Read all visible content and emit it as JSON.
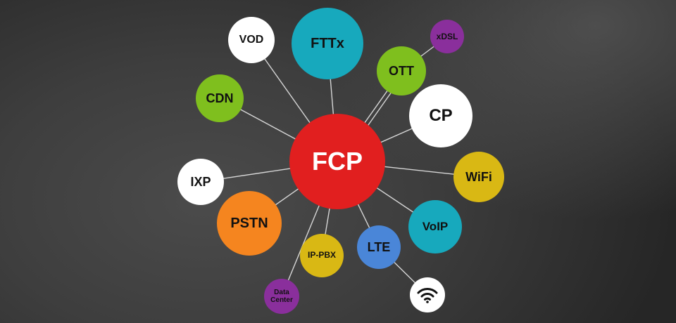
{
  "hub": {
    "label": "FCP",
    "color": "#e11f1f",
    "text_color": "#ffffff"
  },
  "nodes": [
    {
      "id": "vod",
      "label": "VOD",
      "color": "#ffffff",
      "text_color": "#111111"
    },
    {
      "id": "fttx",
      "label": "FTTx",
      "color": "#17a9bd",
      "text_color": "#111111"
    },
    {
      "id": "xdsl",
      "label": "xDSL",
      "color": "#8a2f9c",
      "text_color": "#111111"
    },
    {
      "id": "ott",
      "label": "OTT",
      "color": "#7fbf1e",
      "text_color": "#111111"
    },
    {
      "id": "cdn",
      "label": "CDN",
      "color": "#7fbf1e",
      "text_color": "#111111"
    },
    {
      "id": "cp",
      "label": "CP",
      "color": "#ffffff",
      "text_color": "#111111"
    },
    {
      "id": "wifi",
      "label": "WiFi",
      "color": "#d9b814",
      "text_color": "#111111"
    },
    {
      "id": "ixp",
      "label": "IXP",
      "color": "#ffffff",
      "text_color": "#111111"
    },
    {
      "id": "pstn",
      "label": "PSTN",
      "color": "#f5851f",
      "text_color": "#111111"
    },
    {
      "id": "voip",
      "label": "VoIP",
      "color": "#17a9bd",
      "text_color": "#111111"
    },
    {
      "id": "lte",
      "label": "LTE",
      "color": "#4a86d8",
      "text_color": "#111111"
    },
    {
      "id": "ippbx",
      "label": "IP-PBX",
      "color": "#d9b814",
      "text_color": "#111111"
    },
    {
      "id": "datacenter",
      "label": "Data Center",
      "color": "#8a2f9c",
      "text_color": "#111111"
    }
  ],
  "icons": {
    "wifi_signal": "wifi-icon"
  }
}
